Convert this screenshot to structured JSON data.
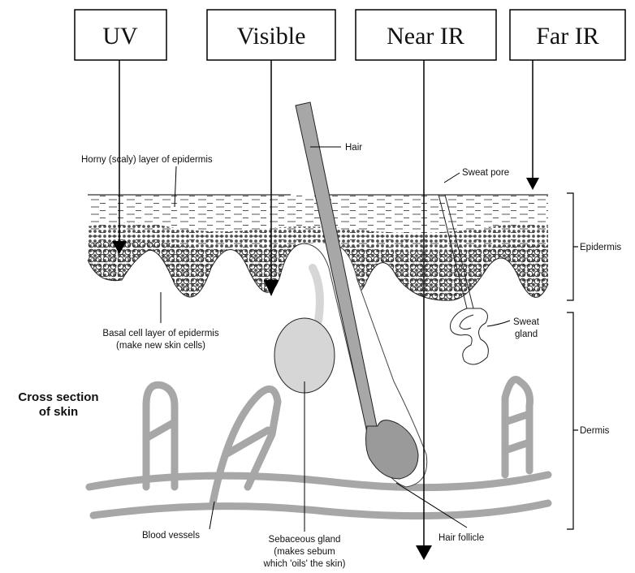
{
  "bands": {
    "uv": "UV",
    "visible": "Visible",
    "near_ir": "Near IR",
    "far_ir": "Far IR"
  },
  "labels": {
    "horny_layer": "Horny (scaly) layer of epidermis",
    "hair": "Hair",
    "sweat_pore": "Sweat pore",
    "epidermis": "Epidermis",
    "basal_1": "Basal cell layer of epidermis",
    "basal_2": "(make new skin cells)",
    "sweat_gland_1": "Sweat",
    "sweat_gland_2": "gland",
    "dermis": "Dermis",
    "cross_section_1": "Cross section",
    "cross_section_2": "of skin",
    "blood_vessels": "Blood vessels",
    "sebaceous_1": "Sebaceous gland",
    "sebaceous_2": "(makes sebum",
    "sebaceous_3": "which 'oils' the skin)",
    "hair_follicle": "Hair follicle"
  },
  "colors": {
    "structure_gray": "#a7a7a7",
    "light_gray": "#d6d6d6",
    "ink": "#111111"
  }
}
